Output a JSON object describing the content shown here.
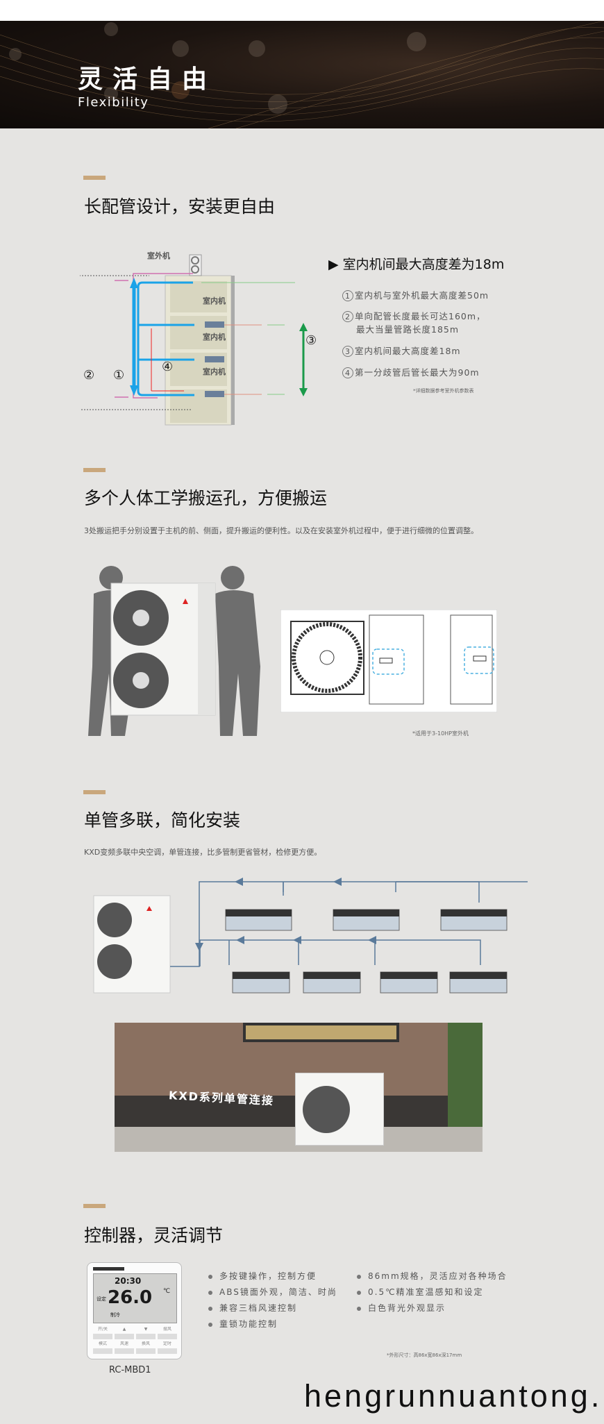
{
  "banner": {
    "title": "灵活自由",
    "subtitle": "Flexibility"
  },
  "section1": {
    "title": "长配管设计，安装更自由",
    "diagram": {
      "outdoor_label": "室外机",
      "indoor_label": "室内机",
      "markers": [
        "①",
        "②",
        "③",
        "④"
      ]
    },
    "headline": "▶ 室内机间最大高度差为18m",
    "items": [
      {
        "num": "1",
        "text": "室内机与室外机最大高度差50m"
      },
      {
        "num": "2",
        "text": "单向配管长度最长可达160m，",
        "text2": "最大当量管路长度185m"
      },
      {
        "num": "3",
        "text": "室内机间最大高度差18m"
      },
      {
        "num": "4",
        "text": "第一分歧管后管长最大为90m"
      }
    ],
    "note": "*详细数据参考室外机参数表"
  },
  "section2": {
    "title": "多个人体工学搬运孔，方便搬运",
    "desc": "3处搬运把手分别设置于主机的前、侧面，提升搬运的便利性。以及在安装室外机过程中，便于进行细微的位置调整。",
    "note": "*适用于3-10HP室外机"
  },
  "section3": {
    "title": "单管多联，简化安装",
    "desc": "KXD变频多联中央空调，单管连接，比多管制更省管材，检修更方便。",
    "photo_caption": "KXD系列单管连接"
  },
  "section4": {
    "title": "控制器，灵活调节",
    "controller": {
      "model": "RC-MBD1",
      "time": "20:30",
      "temp": "26.0",
      "unit": "℃",
      "set_label": "设定",
      "mode_label": "制冷",
      "buttons": [
        "开/关",
        "▲",
        "▼",
        "摆风",
        "模式",
        "风速",
        "换风",
        "定时"
      ]
    },
    "features_left": [
      "多按键操作，控制方便",
      "ABS镜面外观，简洁、时尚",
      "兼容三档风速控制",
      "童锁功能控制"
    ],
    "features_right": [
      "86mm规格，灵活应对各种场合",
      "0.5℃精准室温感知和设定",
      "白色背光外观显示"
    ],
    "note": "*外形尺寸：高86x宽86x深17mm"
  },
  "watermark": "hengrunnuantong.",
  "colors": {
    "accent": "#c9a77c",
    "background": "#e5e4e2",
    "pipe_blue": "#1aa3e8",
    "pipe_green": "#1a9a4a"
  }
}
